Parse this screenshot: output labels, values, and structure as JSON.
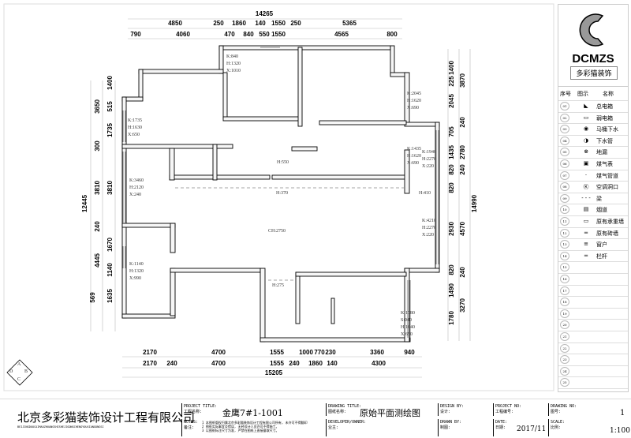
{
  "top_dims": {
    "total": "14265",
    "row2": [
      "4850",
      "250",
      "1860",
      "140",
      "1550",
      "250",
      "5365"
    ],
    "row3": [
      "790",
      "4060",
      "470",
      "840",
      "550",
      "1550",
      "4565",
      "800"
    ]
  },
  "bottom_dims": {
    "row1": [
      "2170",
      "4700",
      "1555",
      "1000",
      "770",
      "230",
      "3360",
      "940"
    ],
    "row2": [
      "2170",
      "240",
      "4700",
      "1555",
      "240",
      "1860",
      "140",
      "4300"
    ],
    "total": "15205"
  },
  "left_dims": {
    "total": "12445",
    "col2": [
      "3650",
      "300",
      "3810",
      "240",
      "4445",
      "569"
    ],
    "col3": [
      "1400",
      "515",
      "1735",
      "3810",
      "1670",
      "1140",
      "1635"
    ]
  },
  "right_dims": {
    "col1": [
      "1400",
      "225",
      "2045",
      "705",
      "1435",
      "820",
      "820",
      "2930",
      "820",
      "1490",
      "1780"
    ],
    "col2": [
      "3870",
      "240",
      "2780",
      "240",
      "4570",
      "240",
      "3270"
    ],
    "total": "14990"
  },
  "rooms": [
    {
      "lines": [
        "K:840",
        "H:1320",
        "X:1010"
      ]
    },
    {
      "lines": [
        "K:1735",
        "H:1630",
        "X:650"
      ]
    },
    {
      "lines": [
        "K:2045",
        "H:1620",
        "X:690"
      ]
    },
    {
      "lines": [
        "K:1435",
        "H:1620",
        "X:690"
      ]
    },
    {
      "lines": [
        "K:1940",
        "H:2270",
        "X:220"
      ]
    },
    {
      "lines": [
        "K:3460",
        "H:2120",
        "X:240"
      ]
    },
    {
      "lines": [
        "K:4210",
        "H:2270",
        "X:220"
      ]
    },
    {
      "lines": [
        "K:1140",
        "H:1320",
        "X:990"
      ]
    },
    {
      "lines": [
        "K:1780",
        "S:940",
        "H:1640",
        "X:650"
      ]
    }
  ],
  "heights": [
    "H:550",
    "H:370",
    "H:410",
    "CH:2750",
    "H:275"
  ],
  "compass": [
    "A",
    "B",
    "C",
    "D"
  ],
  "logo": {
    "brand": "DCMZS",
    "name": "多彩猫装饰"
  },
  "legend": {
    "headers": [
      "序号",
      "图示",
      "名称"
    ],
    "items": [
      {
        "no": "01",
        "icon": "main-electric-box",
        "name": "总电箱"
      },
      {
        "no": "02",
        "icon": "weak-electric-box",
        "name": "弱电箱"
      },
      {
        "no": "03",
        "icon": "toilet-drain",
        "name": "马桶下水"
      },
      {
        "no": "04",
        "icon": "drain-pipe",
        "name": "下水管"
      },
      {
        "no": "05",
        "icon": "floor-drain",
        "name": "地漏"
      },
      {
        "no": "06",
        "icon": "gas-meter",
        "name": "煤气表"
      },
      {
        "no": "07",
        "icon": "gas-pipe",
        "name": "煤气管道"
      },
      {
        "no": "08",
        "icon": "ac-hole",
        "name": "空调洞口"
      },
      {
        "no": "09",
        "icon": "beam",
        "name": "梁"
      },
      {
        "no": "10",
        "icon": "flue",
        "name": "烟道"
      },
      {
        "no": "11",
        "icon": "load-bearing-wall",
        "name": "原有承重墙"
      },
      {
        "no": "12",
        "icon": "brick-wall",
        "name": "原有砖墙"
      },
      {
        "no": "13",
        "icon": "window",
        "name": "窗户"
      },
      {
        "no": "14",
        "icon": "railing",
        "name": "栏杆"
      },
      {
        "no": "15",
        "name": ""
      },
      {
        "no": "16",
        "name": ""
      },
      {
        "no": "17",
        "name": ""
      },
      {
        "no": "18",
        "name": ""
      },
      {
        "no": "19",
        "name": ""
      },
      {
        "no": "20",
        "name": ""
      },
      {
        "no": "21",
        "name": ""
      },
      {
        "no": "22",
        "name": ""
      },
      {
        "no": "23",
        "name": ""
      },
      {
        "no": "24",
        "name": ""
      },
      {
        "no": "25",
        "name": ""
      }
    ]
  },
  "title_block": {
    "company": "北京多彩猫装饰设计工程有限公司",
    "company_pinyin": "BEIJINGDUOCAIMAOZHUANGSHISHEJIGONGCHENGYOUXIANGONGSI",
    "project_title_en": "PROJECT TITLE:",
    "project_title_cn": "工程名称:",
    "project_name": "金鹰7#1-1001",
    "notes_en": "NOTES:",
    "notes_cn": "备注:",
    "notes": [
      "1  本图纸版权归属北京多彩猫装饰设计工程有限公司所有, 未许可不得翻印",
      "2  图纸实际事宜及错误, 无经设计人员许可不得施工。",
      "3  以图纸标注尺寸为准, 严禁在图纸上直接量取尺寸。"
    ],
    "drawing_title_en": "DRAWING TITLE:",
    "drawing_title_cn": "图纸名称:",
    "drawing_title": "原始平面测绘图",
    "owner_en": "DEVELOPER/OWNER:",
    "owner_cn": "业主:",
    "design_by_en": "DESIGN BY:",
    "design_by_cn": "设计:",
    "drawn_by_en": "DRAWN BY:",
    "drawn_by_cn": "制图:",
    "project_no_en": "PROJECT NO:",
    "project_no_cn": "工程编号:",
    "date_en": "DATE:",
    "date_cn": "日期:",
    "date": "2017/11",
    "drawing_no_en": "DRAWING NO:",
    "drawing_no_cn": "图号:",
    "drawing_no": "1",
    "scale_en": "SCALE:",
    "scale_cn": "比例:",
    "scale": "1:100"
  }
}
